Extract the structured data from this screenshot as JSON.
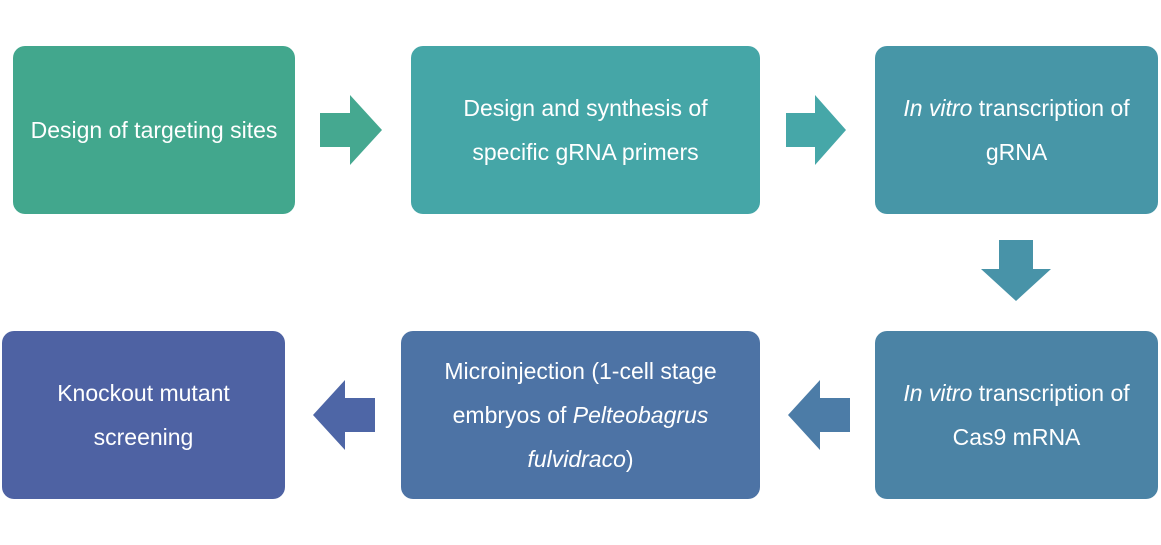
{
  "colors": {
    "step1": "#42a78d",
    "step2": "#45a6a7",
    "step3": "#4796a7",
    "step4": "#4b83a5",
    "step5": "#4d73a5",
    "step6": "#4e62a3",
    "arrow1": "#45a890",
    "arrow2": "#46a7a8",
    "arrow_down": "#4893a8",
    "arrow4": "#4c7ca7",
    "arrow5": "#4e66a6"
  },
  "steps": [
    {
      "pre": "Design of targeting sites",
      "italic": "",
      "post": "",
      "extra": ""
    },
    {
      "pre": "Design and synthesis of specific gRNA primers",
      "italic": "",
      "post": "",
      "extra": ""
    },
    {
      "pre": "",
      "italic": "In vitro",
      "post": " transcription of gRNA",
      "extra": ""
    },
    {
      "pre": "",
      "italic": "In vitro",
      "post": " transcription of Cas9 mRNA",
      "extra": ""
    },
    {
      "pre": "Microinjection (1-cell stage embryos of ",
      "italic": "Pelteobagrus fulvidraco",
      "post": ")",
      "extra": ""
    },
    {
      "pre": "Knockout mutant screening",
      "italic": "",
      "post": "",
      "extra": ""
    }
  ],
  "arrows": [
    "right-arrow-icon",
    "right-arrow-icon",
    "down-arrow-icon",
    "left-arrow-icon",
    "left-arrow-icon"
  ]
}
